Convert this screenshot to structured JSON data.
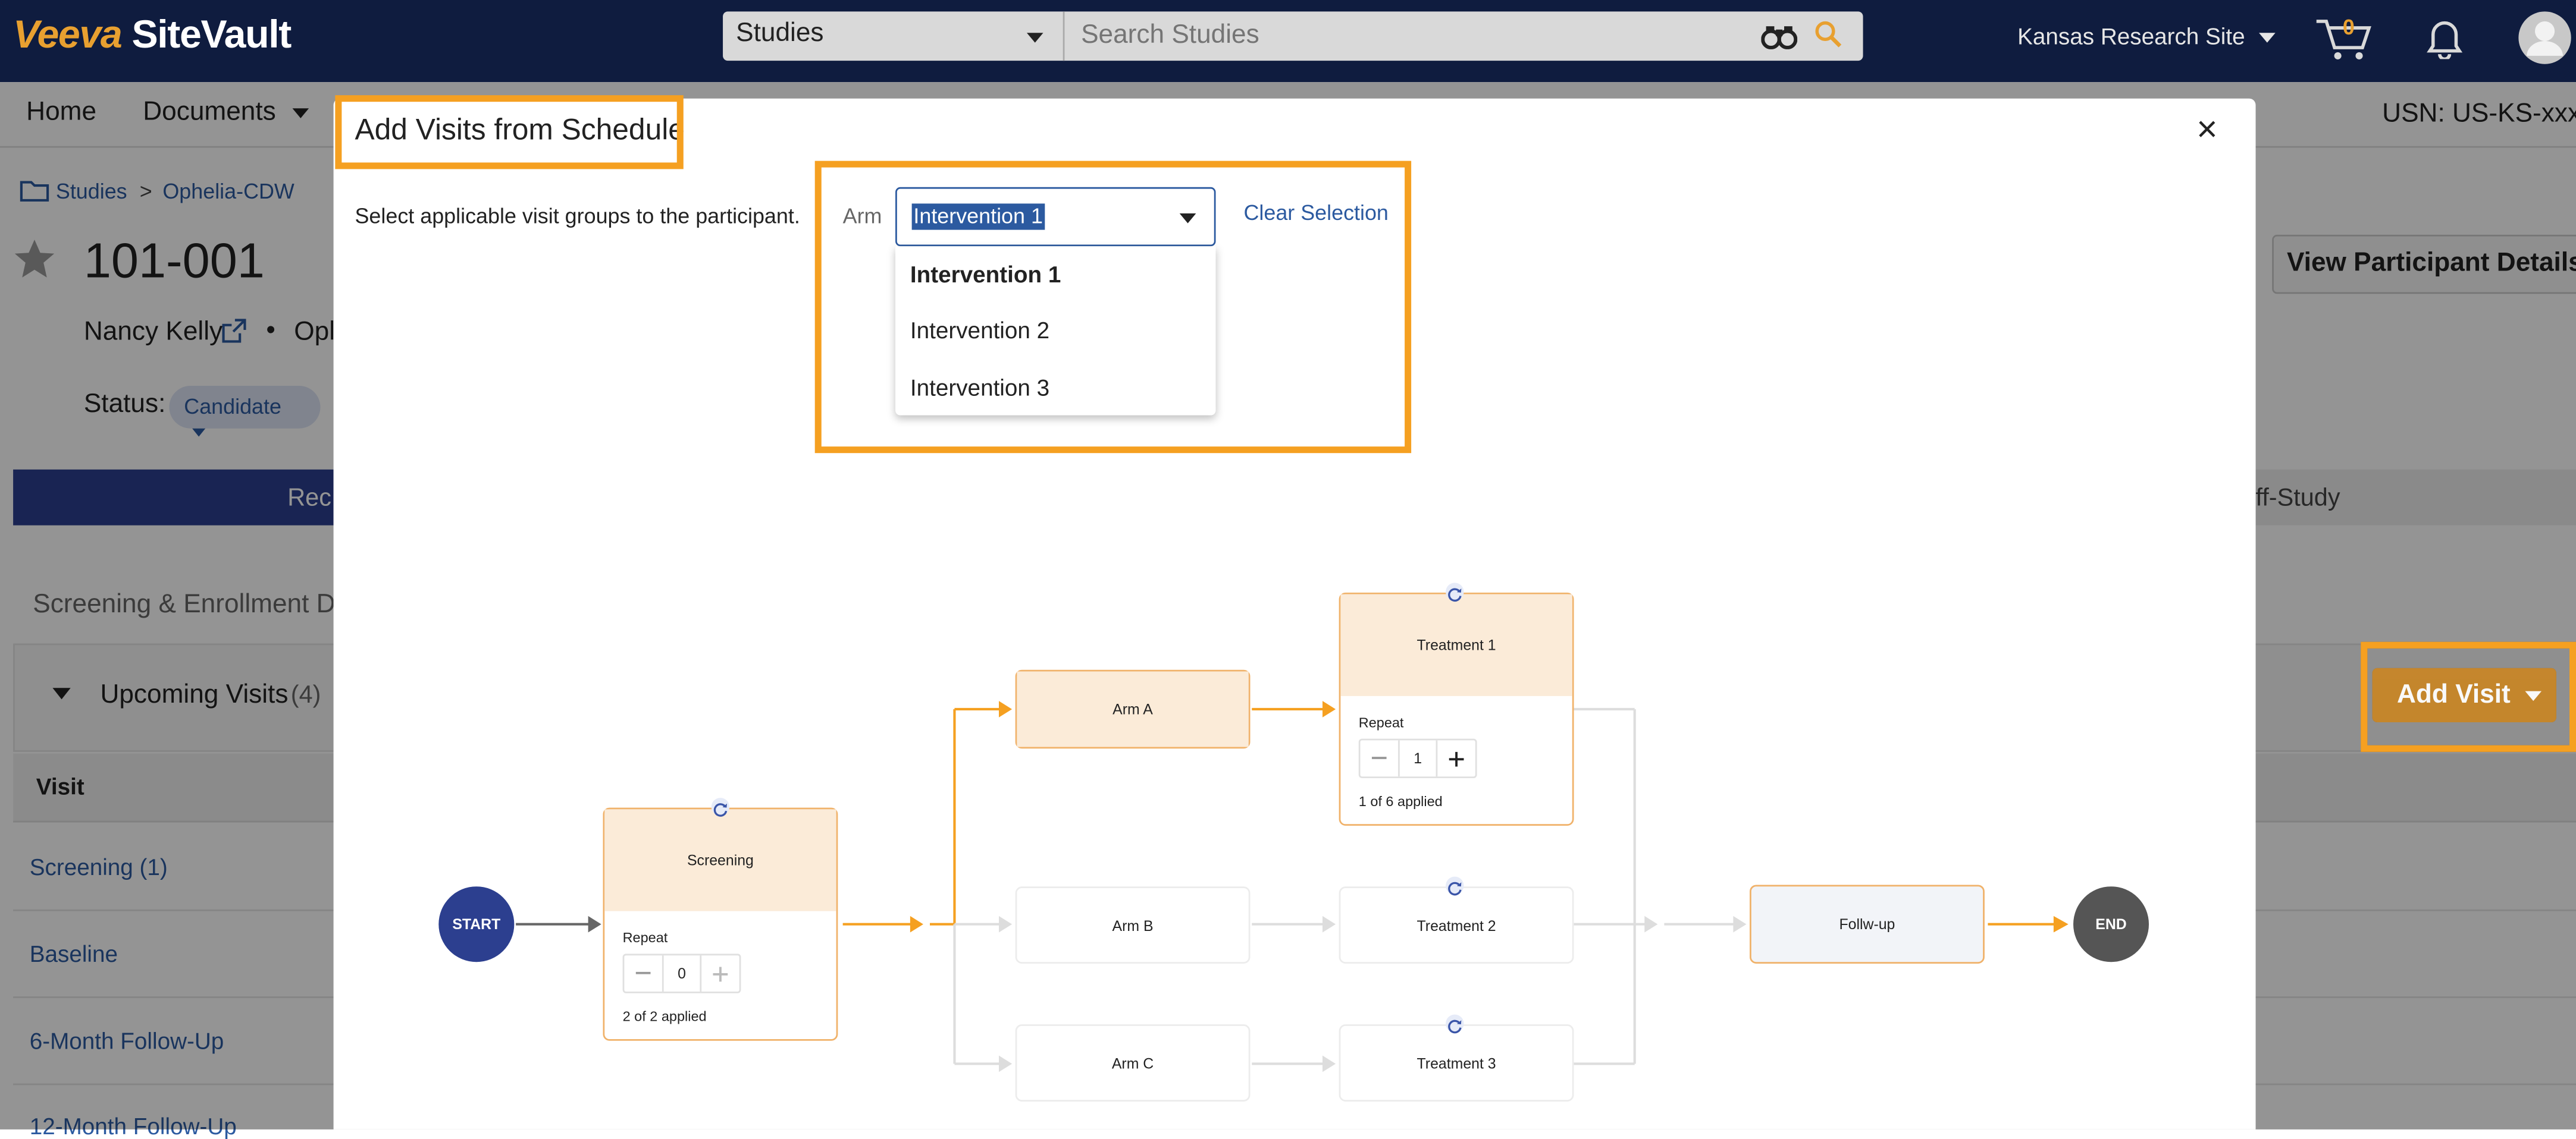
{
  "app": {
    "logo_brand": "Veeva",
    "logo_product": "SiteVault"
  },
  "search": {
    "scope": "Studies",
    "placeholder": "Search Studies"
  },
  "header": {
    "site": "Kansas Research Site",
    "cart_count": "0"
  },
  "nav": {
    "home": "Home",
    "documents": "Documents",
    "usn": "USN: US-KS-xxxx"
  },
  "breadcrumb": {
    "root": "Studies",
    "separator": ">",
    "study": "Ophelia-CDW"
  },
  "participant": {
    "id": "101-001",
    "name": "Nancy Kelly",
    "study_partial": "Opl",
    "status_label": "Status:",
    "status": "Candidate",
    "details_button": "View Participant Details"
  },
  "tabs": {
    "left_partial": "Rec",
    "right_partial": "ff-Study"
  },
  "section": {
    "screening_partial": "Screening & Enrollment De"
  },
  "upcoming": {
    "title": "Upcoming Visits",
    "count": "(4)",
    "column_visit": "Visit",
    "add_visit": "Add Visit",
    "visits": [
      "Screening (1)",
      "Baseline",
      "6-Month Follow-Up",
      "12-Month Follow-Up"
    ]
  },
  "modal": {
    "title": "Add Visits from Schedule",
    "instruction": "Select applicable visit groups to the participant.",
    "arm_label": "Arm",
    "arm_selected": "Intervention 1",
    "arm_options": [
      "Intervention 1",
      "Intervention 2",
      "Intervention 3"
    ],
    "clear": "Clear Selection",
    "close": "×"
  },
  "flow": {
    "start": "START",
    "end": "END",
    "screening": {
      "label": "Screening",
      "repeat": "Repeat",
      "value": "0",
      "applied": "2 of 2 applied"
    },
    "arm_a": "Arm A",
    "arm_b": "Arm B",
    "arm_c": "Arm C",
    "treatment1": {
      "label": "Treatment 1",
      "repeat": "Repeat",
      "value": "1",
      "applied": "1 of 6 applied"
    },
    "treatment2": "Treatment 2",
    "treatment3": "Treatment 3",
    "followup": "Follw-up"
  },
  "colors": {
    "topbar": "#0f1c3f",
    "accent": "#f5a021",
    "brand_orange": "#e8a030",
    "add_visit": "#c9892e",
    "link": "#2c5aa0",
    "start": "#2c3f8f",
    "end": "#555555"
  }
}
